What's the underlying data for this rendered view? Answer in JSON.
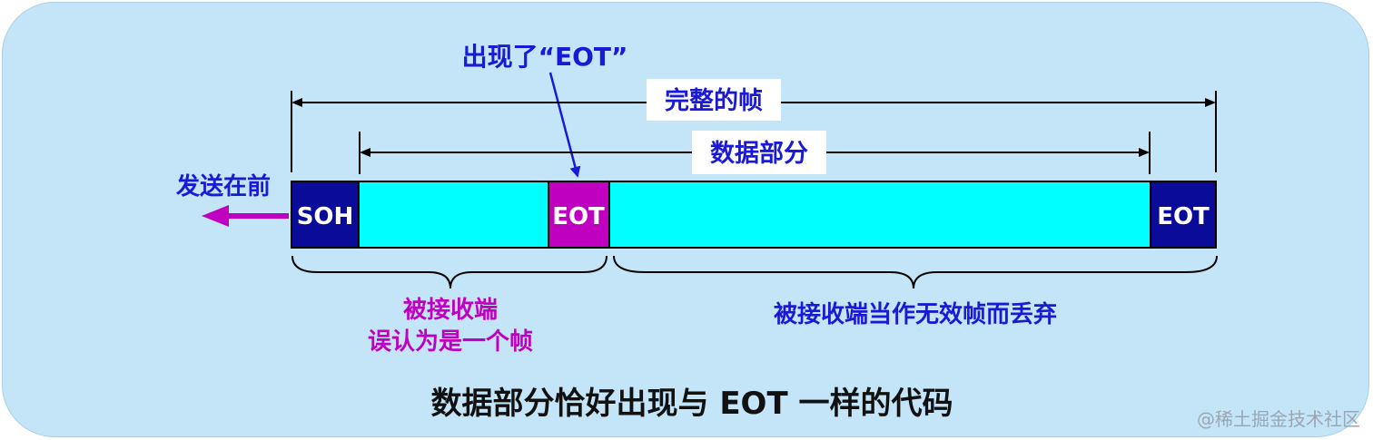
{
  "annotation_top": "出现了“EOT”",
  "complete_frame_label": "完整的帧",
  "data_part_label": "数据部分",
  "send_first_label": "发送在前",
  "blocks": {
    "soh": "SOH",
    "eot_middle": "EOT",
    "eot_end": "EOT"
  },
  "left_brace_label_line1": "被接收端",
  "left_brace_label_line2": "误认为是一个帧",
  "right_brace_label": "被接收端当作无效帧而丢弃",
  "caption": "数据部分恰好出现与 EOT 一样的代码",
  "watermark": "@稀土掘金技术社区",
  "colors": {
    "background": "#c4e4f8",
    "cyan": "#00ffff",
    "navy": "#0b0b9a",
    "magenta": "#c000c0",
    "blue_text": "#1a1ad6",
    "magenta_text": "#c000c0"
  }
}
